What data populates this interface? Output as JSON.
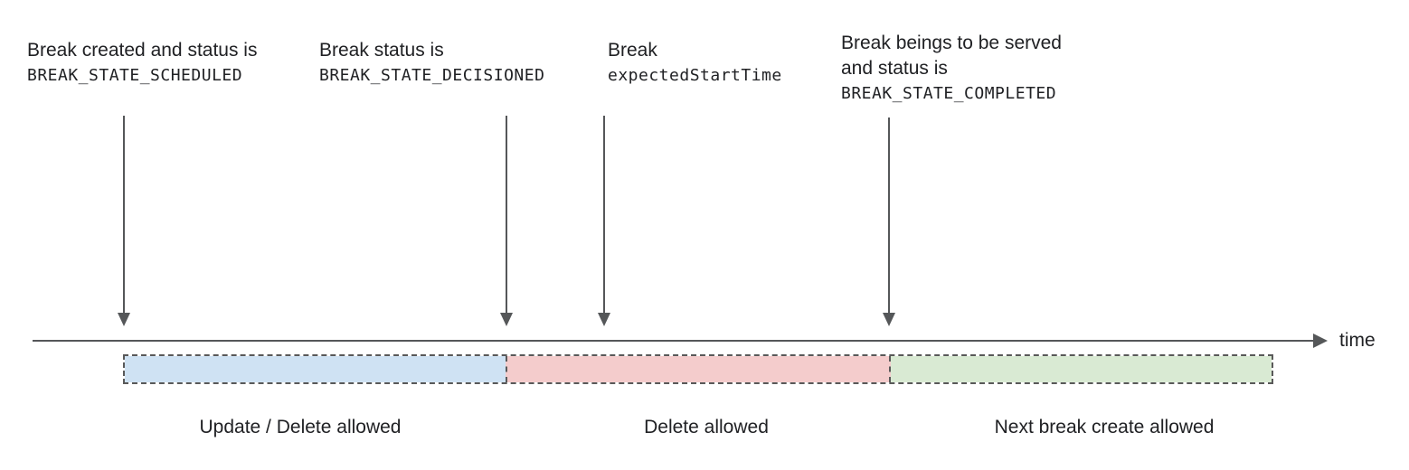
{
  "diagram": {
    "timeline_label": "time",
    "annotations": [
      {
        "lines": [
          "Break created and status is"
        ],
        "code": "BREAK_STATE_SCHEDULED"
      },
      {
        "lines": [
          "Break status is"
        ],
        "code": "BREAK_STATE_DECISIONED"
      },
      {
        "lines": [
          "Break"
        ],
        "code": "expectedStartTime"
      },
      {
        "lines": [
          "Break beings to be served",
          "and status is"
        ],
        "code": "BREAK_STATE_COMPLETED"
      }
    ],
    "segments": [
      {
        "label": "Update / Delete allowed",
        "color": "#cfe2f3"
      },
      {
        "label": "Delete allowed",
        "color": "#f4cccc"
      },
      {
        "label": "Next break create allowed",
        "color": "#d9ead3"
      }
    ],
    "colors": {
      "line": "#555759",
      "dashed_border": "#595959",
      "text": "#202124"
    }
  }
}
